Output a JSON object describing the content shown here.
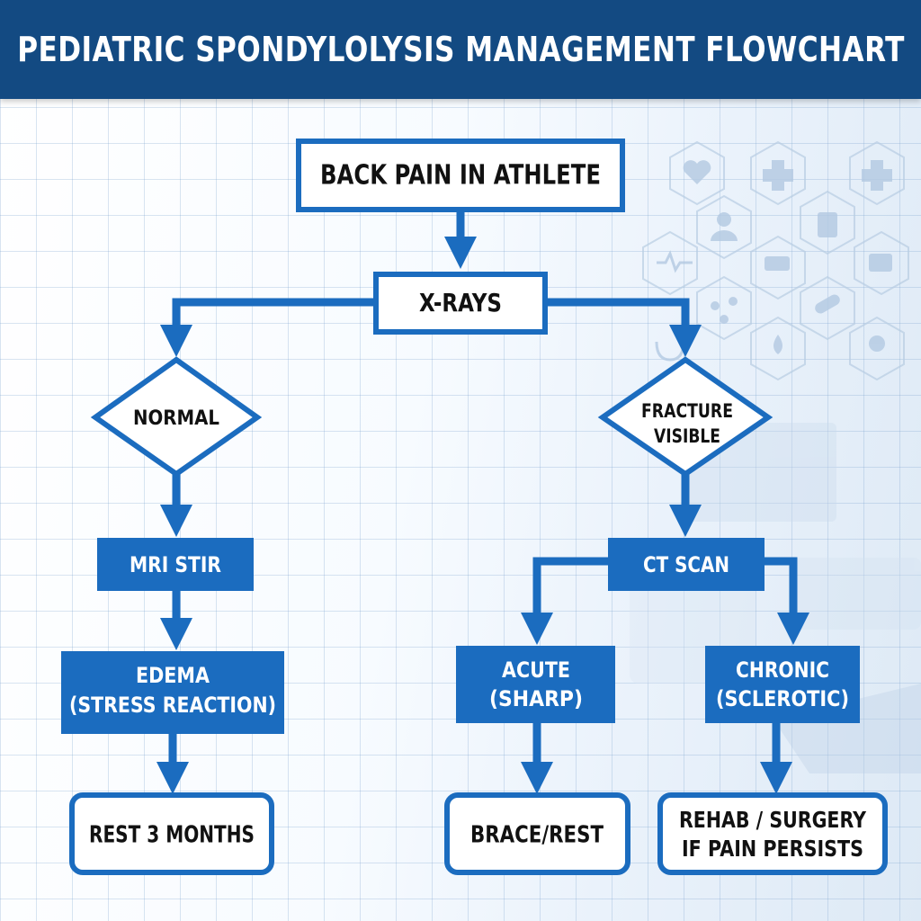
{
  "title": "PEDIATRIC SPONDYLOLYSIS MANAGEMENT FLOWCHART",
  "colors": {
    "title_bar": "#134a82",
    "primary_blue": "#1b6cbf",
    "text_dark": "#111111",
    "text_light": "#ffffff"
  },
  "nodes": {
    "start": "BACK PAIN IN ATHLETE",
    "xrays": "X-RAYS",
    "normal": "NORMAL",
    "fracture": [
      "FRACTURE",
      "VISIBLE"
    ],
    "mri": "MRI STIR",
    "ct": "CT SCAN",
    "edema": [
      "EDEMA",
      "(STRESS REACTION)"
    ],
    "acute": [
      "ACUTE",
      "(SHARP)"
    ],
    "chronic": [
      "CHRONIC",
      "(SCLEROTIC)"
    ],
    "rest": "REST 3 MONTHS",
    "brace": "BRACE/REST",
    "rehab": [
      "REHAB / SURGERY",
      "IF PAIN PERSISTS"
    ]
  },
  "background_icons": [
    "heart-icon",
    "medical-cross-icon",
    "person-icon",
    "clipboard-icon",
    "heartbeat-icon",
    "ambulance-icon",
    "molecule-icon",
    "bandage-icon",
    "water-drop-icon",
    "stethoscope-icon",
    "first-aid-kit-icon",
    "doctor-icon"
  ]
}
